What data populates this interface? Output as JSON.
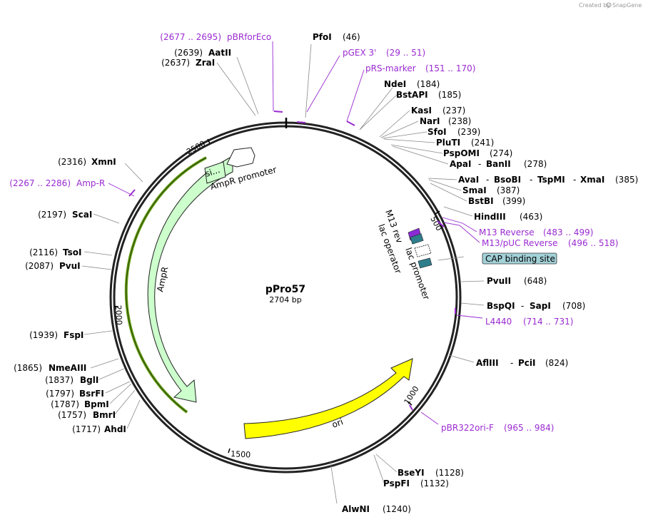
{
  "credit": {
    "created_by": "Created by",
    "brand": "SnapGene"
  },
  "plasmid": {
    "name": "pPro57",
    "length_text": "2704 bp",
    "length": 2704
  },
  "ticks": [
    "500",
    "1000",
    "1500",
    "2000",
    "2500"
  ],
  "enzymes": {
    "pfoi": {
      "name": "PfoI",
      "pos": "(46)"
    },
    "ndei": {
      "name": "NdeI",
      "pos": "(184)"
    },
    "bstapi": {
      "name": "BstAPI",
      "pos": "(185)"
    },
    "kasi": {
      "name": "KasI",
      "pos": "(237)"
    },
    "nari": {
      "name": "NarI",
      "pos": "(238)"
    },
    "sfoi": {
      "name": "SfoI",
      "pos": "(239)"
    },
    "pluti": {
      "name": "PluTI",
      "pos": "(241)"
    },
    "pspomi": {
      "name": "PspOMI",
      "pos": "(274)"
    },
    "apai_banii": {
      "name1": "ApaI",
      "sep": "-",
      "name2": "BanII",
      "pos": "(278)"
    },
    "avai_group": {
      "name1": "AvaI",
      "name2": "BsoBI",
      "name3": "TspMI",
      "name4": "XmaI",
      "sep": "-",
      "pos": "(385)"
    },
    "smai": {
      "name": "SmaI",
      "pos": "(387)"
    },
    "bstbi": {
      "name": "BstBI",
      "pos": "(399)"
    },
    "hindiii": {
      "name": "HindIII",
      "pos": "(463)"
    },
    "pvuii": {
      "name": "PvuII",
      "pos": "(648)"
    },
    "bspqi_sapi": {
      "name1": "BspQI",
      "sep": "-",
      "name2": "SapI",
      "pos": "(708)"
    },
    "afliii_pcii": {
      "name1": "AflIII",
      "sep": "-",
      "name2": "PciI",
      "pos": "(824)"
    },
    "bseyi": {
      "name": "BseYI",
      "pos": "(1128)"
    },
    "pspfi": {
      "name": "PspFI",
      "pos": "(1132)"
    },
    "alwni": {
      "name": "AlwNI",
      "pos": "(1240)"
    },
    "ahdi": {
      "name": "AhdI",
      "pos": "(1717)"
    },
    "bmri": {
      "name": "BmrI",
      "pos": "(1757)"
    },
    "bpmi": {
      "name": "BpmI",
      "pos": "(1787)"
    },
    "bsrfi": {
      "name": "BsrFI",
      "pos": "(1797)"
    },
    "bgli": {
      "name": "BglI",
      "pos": "(1837)"
    },
    "nmeaiii": {
      "name": "NmeAIII",
      "pos": "(1865)"
    },
    "fspi": {
      "name": "FspI",
      "pos": "(1939)"
    },
    "pvui": {
      "name": "PvuI",
      "pos": "(2087)"
    },
    "tsoi": {
      "name": "TsoI",
      "pos": "(2116)"
    },
    "scai": {
      "name": "ScaI",
      "pos": "(2197)"
    },
    "xmni": {
      "name": "XmnI",
      "pos": "(2316)"
    },
    "zrai": {
      "name": "ZraI",
      "pos": "(2637)"
    },
    "aatii": {
      "name": "AatII",
      "pos": "(2639)"
    }
  },
  "primers": {
    "pbrforeco": {
      "name": "pBRforEco",
      "range": "(2677 .. 2695)"
    },
    "pgex3": {
      "name": "pGEX 3'",
      "range": "(29 .. 51)"
    },
    "prsmarker": {
      "name": "pRS-marker",
      "range": "(151 .. 170)"
    },
    "m13rev": {
      "name": "M13 Reverse",
      "range": "(483 .. 499)"
    },
    "m13puc": {
      "name": "M13/pUC Reverse",
      "range": "(496 .. 518)"
    },
    "l4440": {
      "name": "L4440",
      "range": "(714 .. 731)"
    },
    "pbr322ori": {
      "name": "pBR322ori-F",
      "range": "(965 .. 984)"
    },
    "ampr": {
      "name": "Amp-R",
      "range": "(2267 .. 2286)"
    }
  },
  "features": {
    "cap": "CAP binding site",
    "m13rev": "M13 rev",
    "lacop": "lac operator",
    "lacprom": "lac promoter",
    "ori": "ori",
    "ampr": "AmpR",
    "amprprom": "AmpR promoter",
    "sig": "si..."
  },
  "colors": {
    "primer": "#9a2bd1",
    "ori": "#ffff00",
    "ampr": "#ccffcc",
    "cap": "#a3d1d8",
    "lacop": "#2e7e8c",
    "m13rev": "#8a2bd6"
  }
}
